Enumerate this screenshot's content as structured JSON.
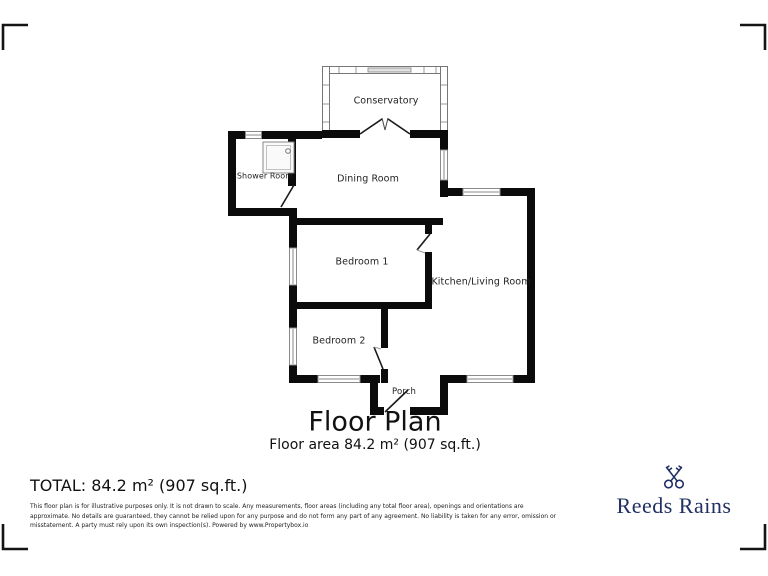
{
  "floor_plan": {
    "title": "Floor Plan",
    "area_caption": "Floor area 84.2 m² (907 sq.ft.)",
    "rooms": [
      {
        "name": "conservatory",
        "label": "Conservatory"
      },
      {
        "name": "shower-room",
        "label": "Shower Room"
      },
      {
        "name": "dining-room",
        "label": "Dining Room"
      },
      {
        "name": "bedroom-1",
        "label": "Bedroom 1"
      },
      {
        "name": "kitchen-living-room",
        "label": "Kitchen/Living Room"
      },
      {
        "name": "bedroom-2",
        "label": "Bedroom 2"
      },
      {
        "name": "porch",
        "label": "Porch"
      }
    ]
  },
  "summary": {
    "total_label": "TOTAL: 84.2 m² (907 sq.ft.)"
  },
  "disclaimer": {
    "lines": [
      "This floor plan is for illustrative purposes only. It is not drawn to scale. Any measurements, floor areas (including any total floor area), openings and orientations are",
      "approximate. No details are guaranteed, they cannot be relied upon for any purpose and do not form any part of any agreement. No liability is taken for any error, omission or",
      "misstatement. A party must rely upon its own inspection(s). Powered by www.Propertybox.io"
    ]
  },
  "branding": {
    "agency_name": "Reeds Rains",
    "brand_color": "#223163",
    "logo_icon": "crossed-keys-icon"
  },
  "colors": {
    "wall": "#0b0b0b",
    "window_frame": "#8a8a8a",
    "background": "#ffffff"
  }
}
